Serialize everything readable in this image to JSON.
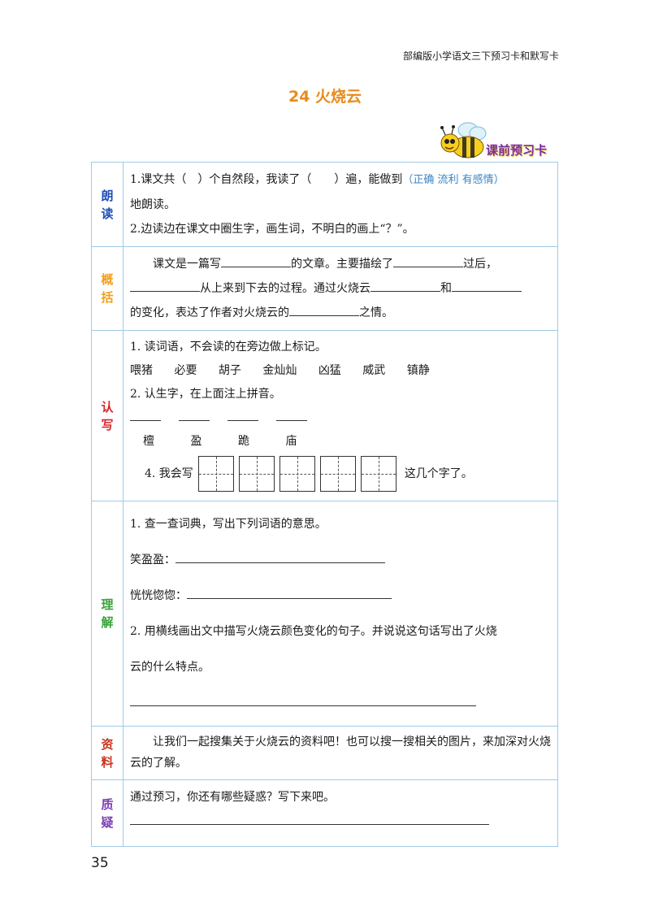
{
  "header": {
    "series": "部编版小学语文三下预习卡和默写卡"
  },
  "title": "24 火烧云",
  "badge": {
    "label": "课前预习卡"
  },
  "sections": {
    "read": {
      "label_1": "朗",
      "label_2": "读",
      "line1_a": "1.课文共（　）个自然段，我读了（　　）遍，能做到",
      "line1_opts": "（正确 流利 有感情）",
      "line1_b": "地朗读。",
      "line2": "2.边读边在课文中圈生字，画生词，不明白的画上“？”。"
    },
    "summary": {
      "label_1": "概",
      "label_2": "括",
      "p1": "课文是一篇写",
      "p2": "的文章。主要描绘了",
      "p3": "过后，",
      "p4": "从上来到下去的过程。通过火烧云",
      "p5": "和",
      "p6": "的变化，表达了作者对火烧云的",
      "p7": "之情。"
    },
    "recognize": {
      "label_1": "认",
      "label_2": "写",
      "q1": "1. 读词语，不会读的在旁边做上标记。",
      "words": [
        "喂猪",
        "必要",
        "胡子",
        "金灿灿",
        "凶猛",
        "威武",
        "镇静"
      ],
      "q2": "2. 认生字，在上面注上拼音。",
      "chars": [
        "檀",
        "盈",
        "跪",
        "庙"
      ],
      "q4_a": "4. 我会写",
      "q4_b": "这几个字了。"
    },
    "understand": {
      "label_1": "理",
      "label_2": "解",
      "q1": "1. 查一查词典，写出下列词语的意思。",
      "term1": "笑盈盈：",
      "term2": "恍恍惚惚：",
      "q2": "2. 用横线画出文中描写火烧云颜色变化的句子。并说说这句话写出了火烧",
      "q2_b": "云的什么特点。"
    },
    "material": {
      "label_1": "资",
      "label_2": "料",
      "text": "让我们一起搜集关于火烧云的资料吧！也可以搜一搜相关的图片，来加深对火烧云的了解。"
    },
    "question": {
      "label_1": "质",
      "label_2": "疑",
      "text": "通过预习，你还有哪些疑惑？写下来吧。"
    }
  },
  "page_number": "35",
  "colors": {
    "title": "#e98b1c",
    "border": "#9fcbe8",
    "read_label": "#1f4fb8",
    "summary_label": "#f0a020",
    "recognize_label": "#d9262a",
    "understand_label": "#37a33a",
    "material_label": "#c9361f",
    "question_label": "#7b3fb3"
  }
}
